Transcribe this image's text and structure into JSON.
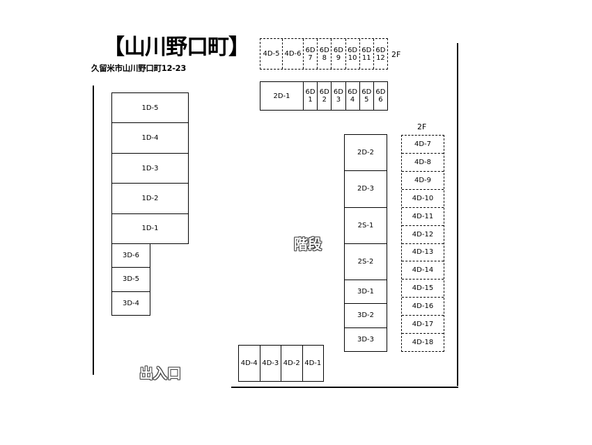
{
  "title": "【山川野口町】",
  "address": "久留米市山川野口町12-23",
  "labels": {
    "stairs": "階段",
    "entrance": "出入口"
  },
  "blocks": {
    "top_dashed": {
      "floor": "2F",
      "units": [
        "4D-5",
        "4D-6",
        "6D\n7",
        "6D\n8",
        "6D\n9",
        "6D\n10",
        "6D\n11",
        "6D\n12"
      ]
    },
    "top_solid": {
      "units": [
        "2D-1",
        "6D\n1",
        "6D\n2",
        "6D\n3",
        "6D\n4",
        "6D\n5",
        "6D\n6"
      ]
    },
    "left_1d": {
      "units": [
        "1D-5",
        "1D-4",
        "1D-3",
        "1D-2",
        "1D-1"
      ]
    },
    "left_3d": {
      "units": [
        "3D-6",
        "3D-5",
        "3D-4"
      ]
    },
    "center_2d": {
      "units": [
        "2D-2",
        "2D-3",
        "2S-1",
        "2S-2"
      ]
    },
    "center_3d": {
      "units": [
        "3D-1",
        "3D-2",
        "3D-3"
      ]
    },
    "right_dashed": {
      "floor": "2F",
      "units": [
        "4D-7",
        "4D-8",
        "4D-9",
        "4D-10",
        "4D-11",
        "4D-12",
        "4D-13",
        "4D-14",
        "4D-15",
        "4D-16",
        "4D-17",
        "4D-18"
      ]
    },
    "bottom_4d": {
      "units": [
        "4D-4",
        "4D-3",
        "4D-2",
        "4D-1"
      ]
    }
  }
}
